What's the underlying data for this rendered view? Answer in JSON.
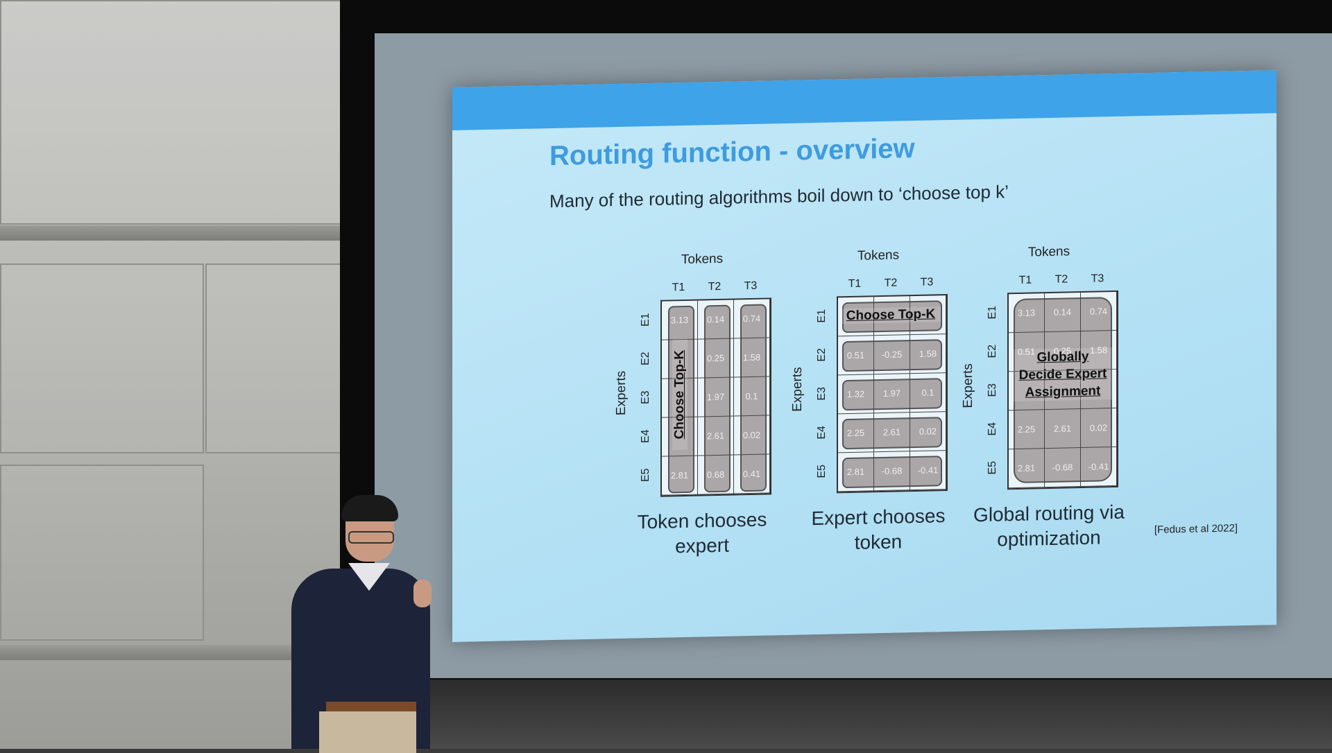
{
  "slide": {
    "title": "Routing function - overview",
    "subtitle": "Many of the routing algorithms boil down to ‘choose top k’",
    "citation": "[Fedus et al 2022]",
    "panels": [
      {
        "tokens_label": "Tokens",
        "experts_label": "Experts",
        "columns": [
          "T1",
          "T2",
          "T3"
        ],
        "rows": [
          "E1",
          "E2",
          "E3",
          "E4",
          "E5"
        ],
        "values": [
          [
            "3.13",
            "0.14",
            "0.74"
          ],
          [
            "",
            "0.25",
            "1.58"
          ],
          [
            "",
            "1.97",
            "0.1"
          ],
          [
            "",
            "2.61",
            "0.02"
          ],
          [
            "2.81",
            "0.68",
            "0.41"
          ]
        ],
        "overlay": "Choose Top-K",
        "caption_line1": "Token chooses",
        "caption_line2": "expert"
      },
      {
        "tokens_label": "Tokens",
        "experts_label": "Experts",
        "columns": [
          "T1",
          "T2",
          "T3"
        ],
        "rows": [
          "E1",
          "E2",
          "E3",
          "E4",
          "E5"
        ],
        "values": [
          [
            "",
            "",
            ""
          ],
          [
            "0.51",
            "-0.25",
            "1.58"
          ],
          [
            "1.32",
            "1.97",
            "0.1"
          ],
          [
            "2.25",
            "2.61",
            "0.02"
          ],
          [
            "2.81",
            "-0.68",
            "-0.41"
          ]
        ],
        "overlay": "Choose Top-K",
        "caption_line1": "Expert chooses",
        "caption_line2": "token"
      },
      {
        "tokens_label": "Tokens",
        "experts_label": "Experts",
        "columns": [
          "T1",
          "T2",
          "T3"
        ],
        "rows": [
          "E1",
          "E2",
          "E3",
          "E4",
          "E5"
        ],
        "values": [
          [
            "3.13",
            "0.14",
            "0.74"
          ],
          [
            "0.51",
            "0.25",
            "1.58"
          ],
          [
            "",
            "",
            ""
          ],
          [
            "2.25",
            "2.61",
            "0.02"
          ],
          [
            "2.81",
            "-0.68",
            "-0.41"
          ]
        ],
        "overlay_line1": "Globally",
        "overlay_line2": "Decide Expert",
        "overlay_line3": "Assignment",
        "caption_line1": "Global routing via",
        "caption_line2": "optimization"
      }
    ]
  }
}
